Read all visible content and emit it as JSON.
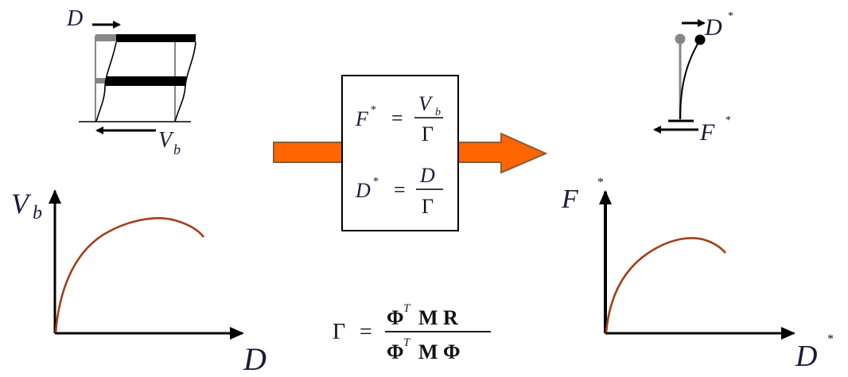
{
  "mdof_frame": {
    "displacement_label": "D",
    "base_shear_label": "V",
    "base_shear_subscript": "b"
  },
  "conversion_box": {
    "eq1_lhs": "F",
    "eq1_lhs_sup": "*",
    "eq1_num": "V",
    "eq1_num_sub": "b",
    "eq1_den": "Γ",
    "eq2_lhs": "D",
    "eq2_lhs_sup": "*",
    "eq2_num": "D",
    "eq2_den": "Γ",
    "equals": "="
  },
  "arrow": {
    "color": "#ff6600",
    "border_color": "#8a5a3a"
  },
  "sdof_oscillator": {
    "displacement_label": "D",
    "displacement_sup": "*",
    "force_label": "F",
    "force_sup": "*"
  },
  "gamma_formula": {
    "lhs": "Γ",
    "equals": "=",
    "num_phi": "Φ",
    "num_sup": "T",
    "num_rest": "M R",
    "den_phi": "Φ",
    "den_sup": "T",
    "den_rest": "M Φ"
  },
  "chart_data": [
    {
      "type": "line",
      "title": "MDOF capacity curve",
      "xlabel": "D",
      "ylabel": "V_b",
      "curve_color": "#a0401a",
      "x": [
        0,
        0.1,
        0.2,
        0.3,
        0.4,
        0.5,
        0.6,
        0.7,
        0.8
      ],
      "y": [
        0,
        0.55,
        0.75,
        0.87,
        0.95,
        0.99,
        1.0,
        0.96,
        0.86
      ]
    },
    {
      "type": "line",
      "title": "SDOF capacity curve",
      "xlabel": "D*",
      "ylabel": "F*",
      "curve_color": "#a0401a",
      "x": [
        0,
        0.1,
        0.2,
        0.3,
        0.4,
        0.5,
        0.6,
        0.7
      ],
      "y": [
        0,
        0.55,
        0.78,
        0.92,
        0.99,
        1.0,
        0.95,
        0.85
      ]
    }
  ]
}
